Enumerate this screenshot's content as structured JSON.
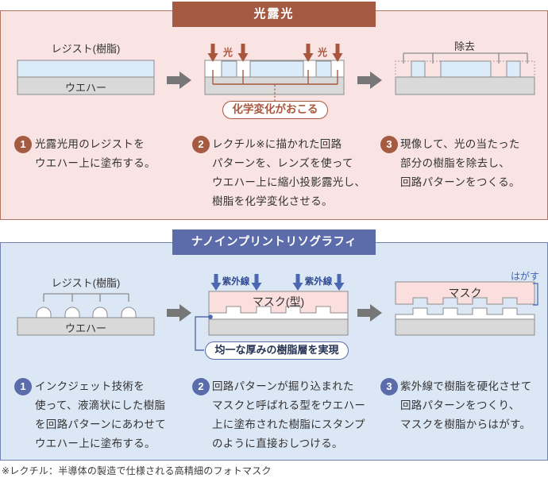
{
  "colors": {
    "accent-top": "#a8573e",
    "accent-top-bg": "#a55a42",
    "panel-top-bg": "#fae4e3",
    "panel-top-border": "#b27663",
    "accent-bottom": "#5b6cab",
    "accent-bottom-bg": "#5c6ba9",
    "panel-bottom-bg": "#dce7f5",
    "panel-bottom-border": "#7282b6",
    "uv-arrow": "#4d68b2",
    "uv-text": "#2f4a8f",
    "peel-text": "#3f63b5",
    "callout-bottom-text": "#243254",
    "wafer-fill": "#d9d9d9",
    "outline-gray": "#8c8c8c",
    "resist-fill": "#dcebf9",
    "mask-fill": "#fbdfdf",
    "process-arrow": "#777777",
    "text-dark": "#333333"
  },
  "photolithography": {
    "title": "光露光",
    "coat": {
      "resist_label": "レジスト(樹脂)",
      "wafer_label": "ウエハー"
    },
    "expose": {
      "light_label_left": "光",
      "light_label_right": "光",
      "callout": "化学変化がおこる"
    },
    "develop": {
      "removal_label": "除去"
    },
    "steps": [
      {
        "num": "1",
        "lines": [
          "光露光用のレジストを",
          "ウエハー上に塗布する。"
        ]
      },
      {
        "num": "2",
        "lines": [
          "レクチル※に描かれた回路",
          "パターンを、レンズを使って",
          "ウエハー上に縮小投影露光し、",
          "樹脂を化学変化させる。"
        ]
      },
      {
        "num": "3",
        "lines": [
          "現像して、光の当たった",
          "部分の樹脂を除去し、",
          "回路パターンをつくる。"
        ]
      }
    ]
  },
  "nanoimprint": {
    "title": "ナノインプリントリソグラフィ",
    "coat": {
      "resist_label": "レジスト(樹脂)",
      "wafer_label": "ウエハー"
    },
    "imprint": {
      "uv_label_left": "紫外線",
      "uv_label_right": "紫外線",
      "mask_label": "マスク(型)",
      "callout": "均一な厚みの樹脂層を実現"
    },
    "cure": {
      "mask_label": "マスク",
      "peel_label": "はがす"
    },
    "steps": [
      {
        "num": "1",
        "lines": [
          "インクジェット技術を",
          "使って、液滴状にした樹脂",
          "を回路パターンにあわせて",
          "ウエハー上に塗布する。"
        ]
      },
      {
        "num": "2",
        "lines": [
          "回路パターンが掘り込まれた",
          "マスクと呼ばれる型をウエハー",
          "上に塗布された樹脂にスタンプ",
          "のように直接おしつける。"
        ]
      },
      {
        "num": "3",
        "lines": [
          "紫外線で樹脂を硬化させて",
          "回路パターンをつくり、",
          "マスクを樹脂からはがす。"
        ]
      }
    ]
  },
  "footnote": "※レクチル：半導体の製造で仕様される高精細のフォトマスク"
}
